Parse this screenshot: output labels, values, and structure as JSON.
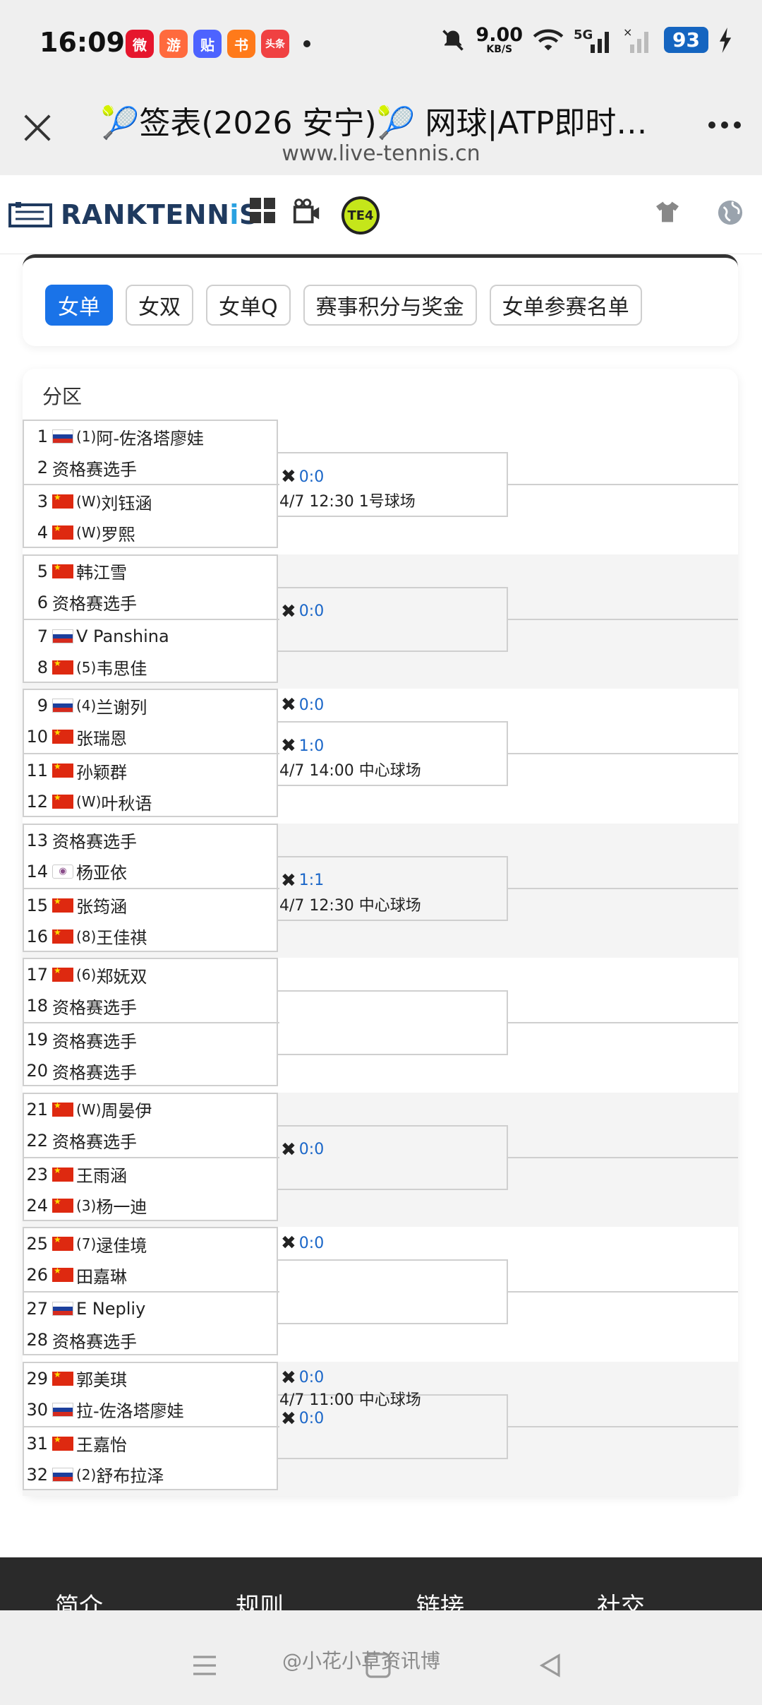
{
  "status_bar": {
    "time": "16:09",
    "apps": [
      {
        "icon": "weibo-icon",
        "label": "微",
        "color": "#e6162d"
      },
      {
        "icon": "app-icon-2",
        "label": "游",
        "color": "#ff6a3d"
      },
      {
        "icon": "tieba-icon",
        "label": "贴",
        "color": "#4d63ff"
      },
      {
        "icon": "book-icon",
        "label": "书",
        "color": "#ff7a1a"
      },
      {
        "icon": "toutiao-icon",
        "label": "头条",
        "color": "#f04142"
      }
    ],
    "net_speed": "9.00",
    "net_unit": "KB/S",
    "network": "5G",
    "battery": "93"
  },
  "browser": {
    "title": "🎾签表(2026 安宁)🎾 网球|ATP即时…",
    "url": "www.live-tennis.cn"
  },
  "site_nav": {
    "logo_main": "RANKTENN",
    "logo_hl": "i",
    "logo_tail": "S",
    "te4_label": "TE4"
  },
  "tabs": [
    {
      "label": "女单",
      "active": true
    },
    {
      "label": "女双",
      "active": false
    },
    {
      "label": "女单Q",
      "active": false
    },
    {
      "label": "赛事积分与奖金",
      "active": false
    },
    {
      "label": "女单参赛名单",
      "active": false
    }
  ],
  "bracket": {
    "section_label": "分区",
    "blocks": [
      {
        "players": [
          {
            "num": "1",
            "flag": "ru",
            "seed": "(1)",
            "name": "阿-佐洛塔廖娃"
          },
          {
            "num": "2",
            "flag": "",
            "seed": "",
            "name": "资格赛选手"
          },
          {
            "num": "3",
            "flag": "cn",
            "seed": "(W)",
            "name": "刘钰涵"
          },
          {
            "num": "4",
            "flag": "cn",
            "seed": "(W)",
            "name": "罗熙"
          }
        ],
        "score_top": "",
        "score_bottom": "0:0",
        "sched": "4/7 12:30 1号球场"
      },
      {
        "players": [
          {
            "num": "5",
            "flag": "cn",
            "seed": "",
            "name": "韩江雪"
          },
          {
            "num": "6",
            "flag": "",
            "seed": "",
            "name": "资格赛选手"
          },
          {
            "num": "7",
            "flag": "ru",
            "seed": "",
            "name": "V Panshina"
          },
          {
            "num": "8",
            "flag": "cn",
            "seed": "(5)",
            "name": "韦思佳"
          }
        ],
        "score_top": "",
        "score_bottom": "0:0",
        "sched": ""
      },
      {
        "players": [
          {
            "num": "9",
            "flag": "ru",
            "seed": "(4)",
            "name": "兰谢列"
          },
          {
            "num": "10",
            "flag": "cn",
            "seed": "",
            "name": "张瑞恩"
          },
          {
            "num": "11",
            "flag": "cn",
            "seed": "",
            "name": "孙颖群"
          },
          {
            "num": "12",
            "flag": "cn",
            "seed": "(W)",
            "name": "叶秋语"
          }
        ],
        "score_top": "0:0",
        "score_bottom": "1:0",
        "sched": "4/7 14:00 中心球场"
      },
      {
        "players": [
          {
            "num": "13",
            "flag": "",
            "seed": "",
            "name": "资格赛选手"
          },
          {
            "num": "14",
            "flag": "tw",
            "seed": "",
            "name": "杨亚依"
          },
          {
            "num": "15",
            "flag": "cn",
            "seed": "",
            "name": "张筠涵"
          },
          {
            "num": "16",
            "flag": "cn",
            "seed": "(8)",
            "name": "王佳祺"
          }
        ],
        "score_top": "",
        "score_bottom": "1:1",
        "sched": "4/7 12:30 中心球场"
      },
      {
        "players": [
          {
            "num": "17",
            "flag": "cn",
            "seed": "(6)",
            "name": "郑妩双"
          },
          {
            "num": "18",
            "flag": "",
            "seed": "",
            "name": "资格赛选手"
          },
          {
            "num": "19",
            "flag": "",
            "seed": "",
            "name": "资格赛选手"
          },
          {
            "num": "20",
            "flag": "",
            "seed": "",
            "name": "资格赛选手"
          }
        ],
        "score_top": "",
        "score_bottom": "",
        "sched": ""
      },
      {
        "players": [
          {
            "num": "21",
            "flag": "cn",
            "seed": "(W)",
            "name": "周晏伊"
          },
          {
            "num": "22",
            "flag": "",
            "seed": "",
            "name": "资格赛选手"
          },
          {
            "num": "23",
            "flag": "cn",
            "seed": "",
            "name": "王雨涵"
          },
          {
            "num": "24",
            "flag": "cn",
            "seed": "(3)",
            "name": "杨一迪"
          }
        ],
        "score_top": "",
        "score_bottom": "0:0",
        "sched": ""
      },
      {
        "players": [
          {
            "num": "25",
            "flag": "cn",
            "seed": "(7)",
            "name": "逯佳境"
          },
          {
            "num": "26",
            "flag": "cn",
            "seed": "",
            "name": "田嘉琳"
          },
          {
            "num": "27",
            "flag": "ru",
            "seed": "",
            "name": "E Nepliy"
          },
          {
            "num": "28",
            "flag": "",
            "seed": "",
            "name": "资格赛选手"
          }
        ],
        "score_top": "0:0",
        "score_bottom": "",
        "sched": ""
      },
      {
        "players": [
          {
            "num": "29",
            "flag": "cn",
            "seed": "",
            "name": "郭美琪"
          },
          {
            "num": "30",
            "flag": "ru",
            "seed": "",
            "name": "拉-佐洛塔廖娃"
          },
          {
            "num": "31",
            "flag": "cn",
            "seed": "",
            "name": "王嘉怡"
          },
          {
            "num": "32",
            "flag": "ru",
            "seed": "(2)",
            "name": "舒布拉泽"
          }
        ],
        "score_top": "0:0",
        "score_bottom": "0:0",
        "sched_top": "4/7 11:00 中心球场",
        "sched": ""
      }
    ]
  },
  "footer": [
    "简介",
    "规则",
    "链接",
    "社交"
  ],
  "watermark": "@小花小草资讯博",
  "colors": {
    "accent": "#1a73e8",
    "score": "#1a66c8",
    "row_alt": "#f4f4f4"
  }
}
